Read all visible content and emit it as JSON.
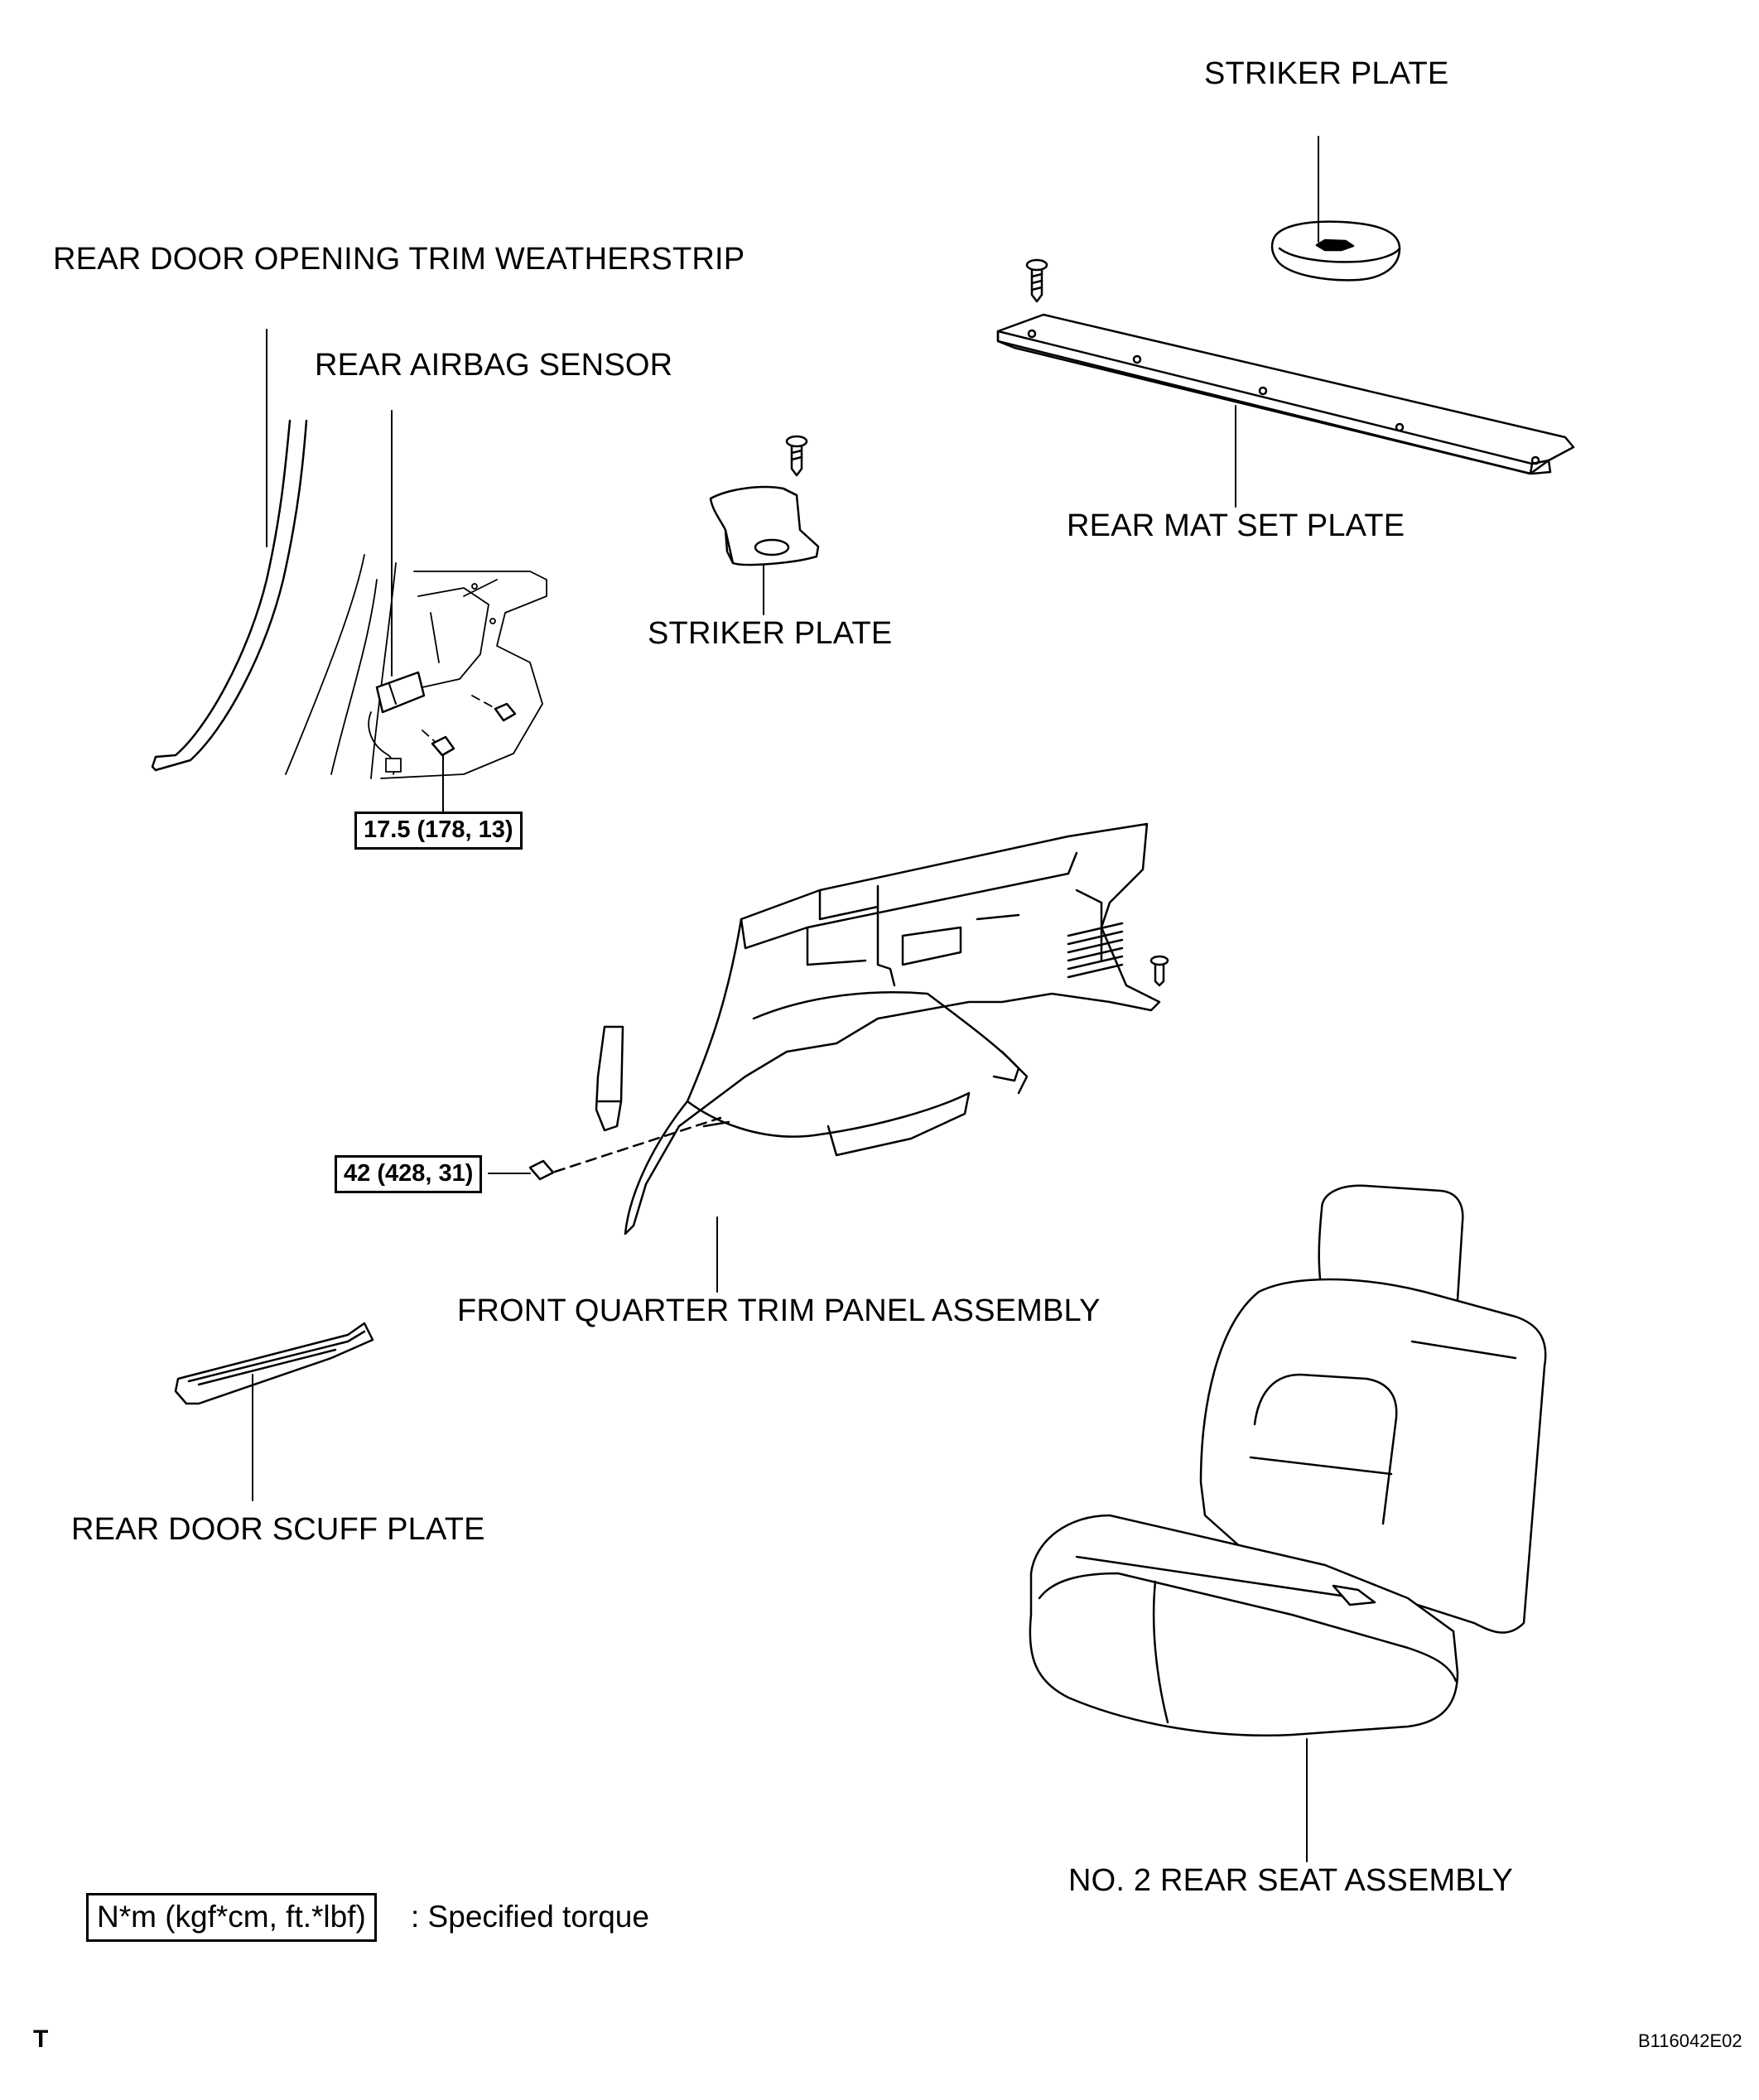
{
  "labels": {
    "striker_plate_top": "STRIKER PLATE",
    "weatherstrip": "REAR DOOR OPENING TRIM WEATHERSTRIP",
    "airbag_sensor": "REAR AIRBAG SENSOR",
    "rear_mat_set_plate": "REAR MAT SET PLATE",
    "striker_plate_mid": "STRIKER PLATE",
    "quarter_trim_panel": "FRONT QUARTER TRIM PANEL ASSEMBLY",
    "scuff_plate": "REAR DOOR SCUFF PLATE",
    "rear_seat": "NO. 2 REAR SEAT ASSEMBLY"
  },
  "torques": {
    "airbag_sensor_bolt": "17.5 (178, 13)",
    "seat_belt_bolt": "42 (428, 31)"
  },
  "legend": {
    "unit_box": "N*m (kgf*cm, ft.*lbf)",
    "description": ": Specified torque"
  },
  "footer": {
    "corner_mark": "T",
    "figure_code": "B116042E02"
  }
}
